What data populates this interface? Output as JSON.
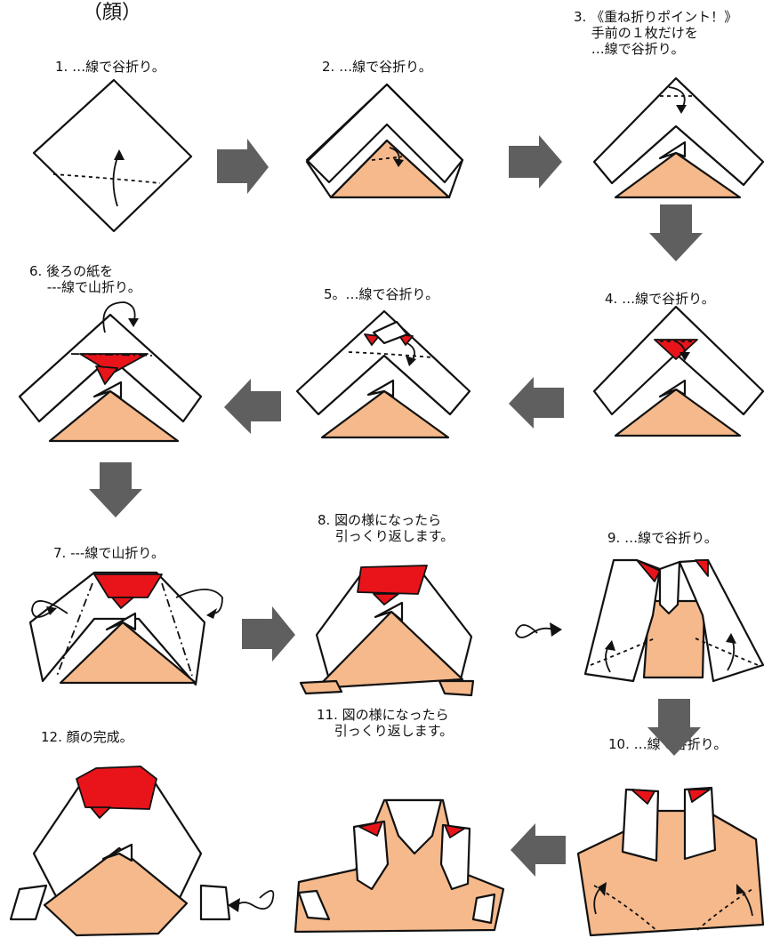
{
  "title": "（顔）",
  "steps": {
    "s1": "1. …線で谷折り。",
    "s2": "2. …線で谷折り。",
    "s3": "3. 《重ね折りポイント！》\n　 手前の１枚だけを\n　 …線で谷折り。",
    "s4": "4. …線で谷折り。",
    "s5": "5。…線で谷折り。",
    "s6": "6. 後ろの紙を\n　 ---線で山折り。",
    "s7": "7. ---線で山折り。",
    "s8": "8. 図の様になったら\n　 引っくり返します。",
    "s9": "9. …線で谷折り。",
    "s10": "10. …線で谷折り。",
    "s11": "11. 図の様になったら\n　 引っくり返します。",
    "s12": "12. 顔の完成。"
  },
  "colors": {
    "skin": "#f5b98b",
    "red": "#e8141a",
    "arrow": "#5f5f5f"
  }
}
